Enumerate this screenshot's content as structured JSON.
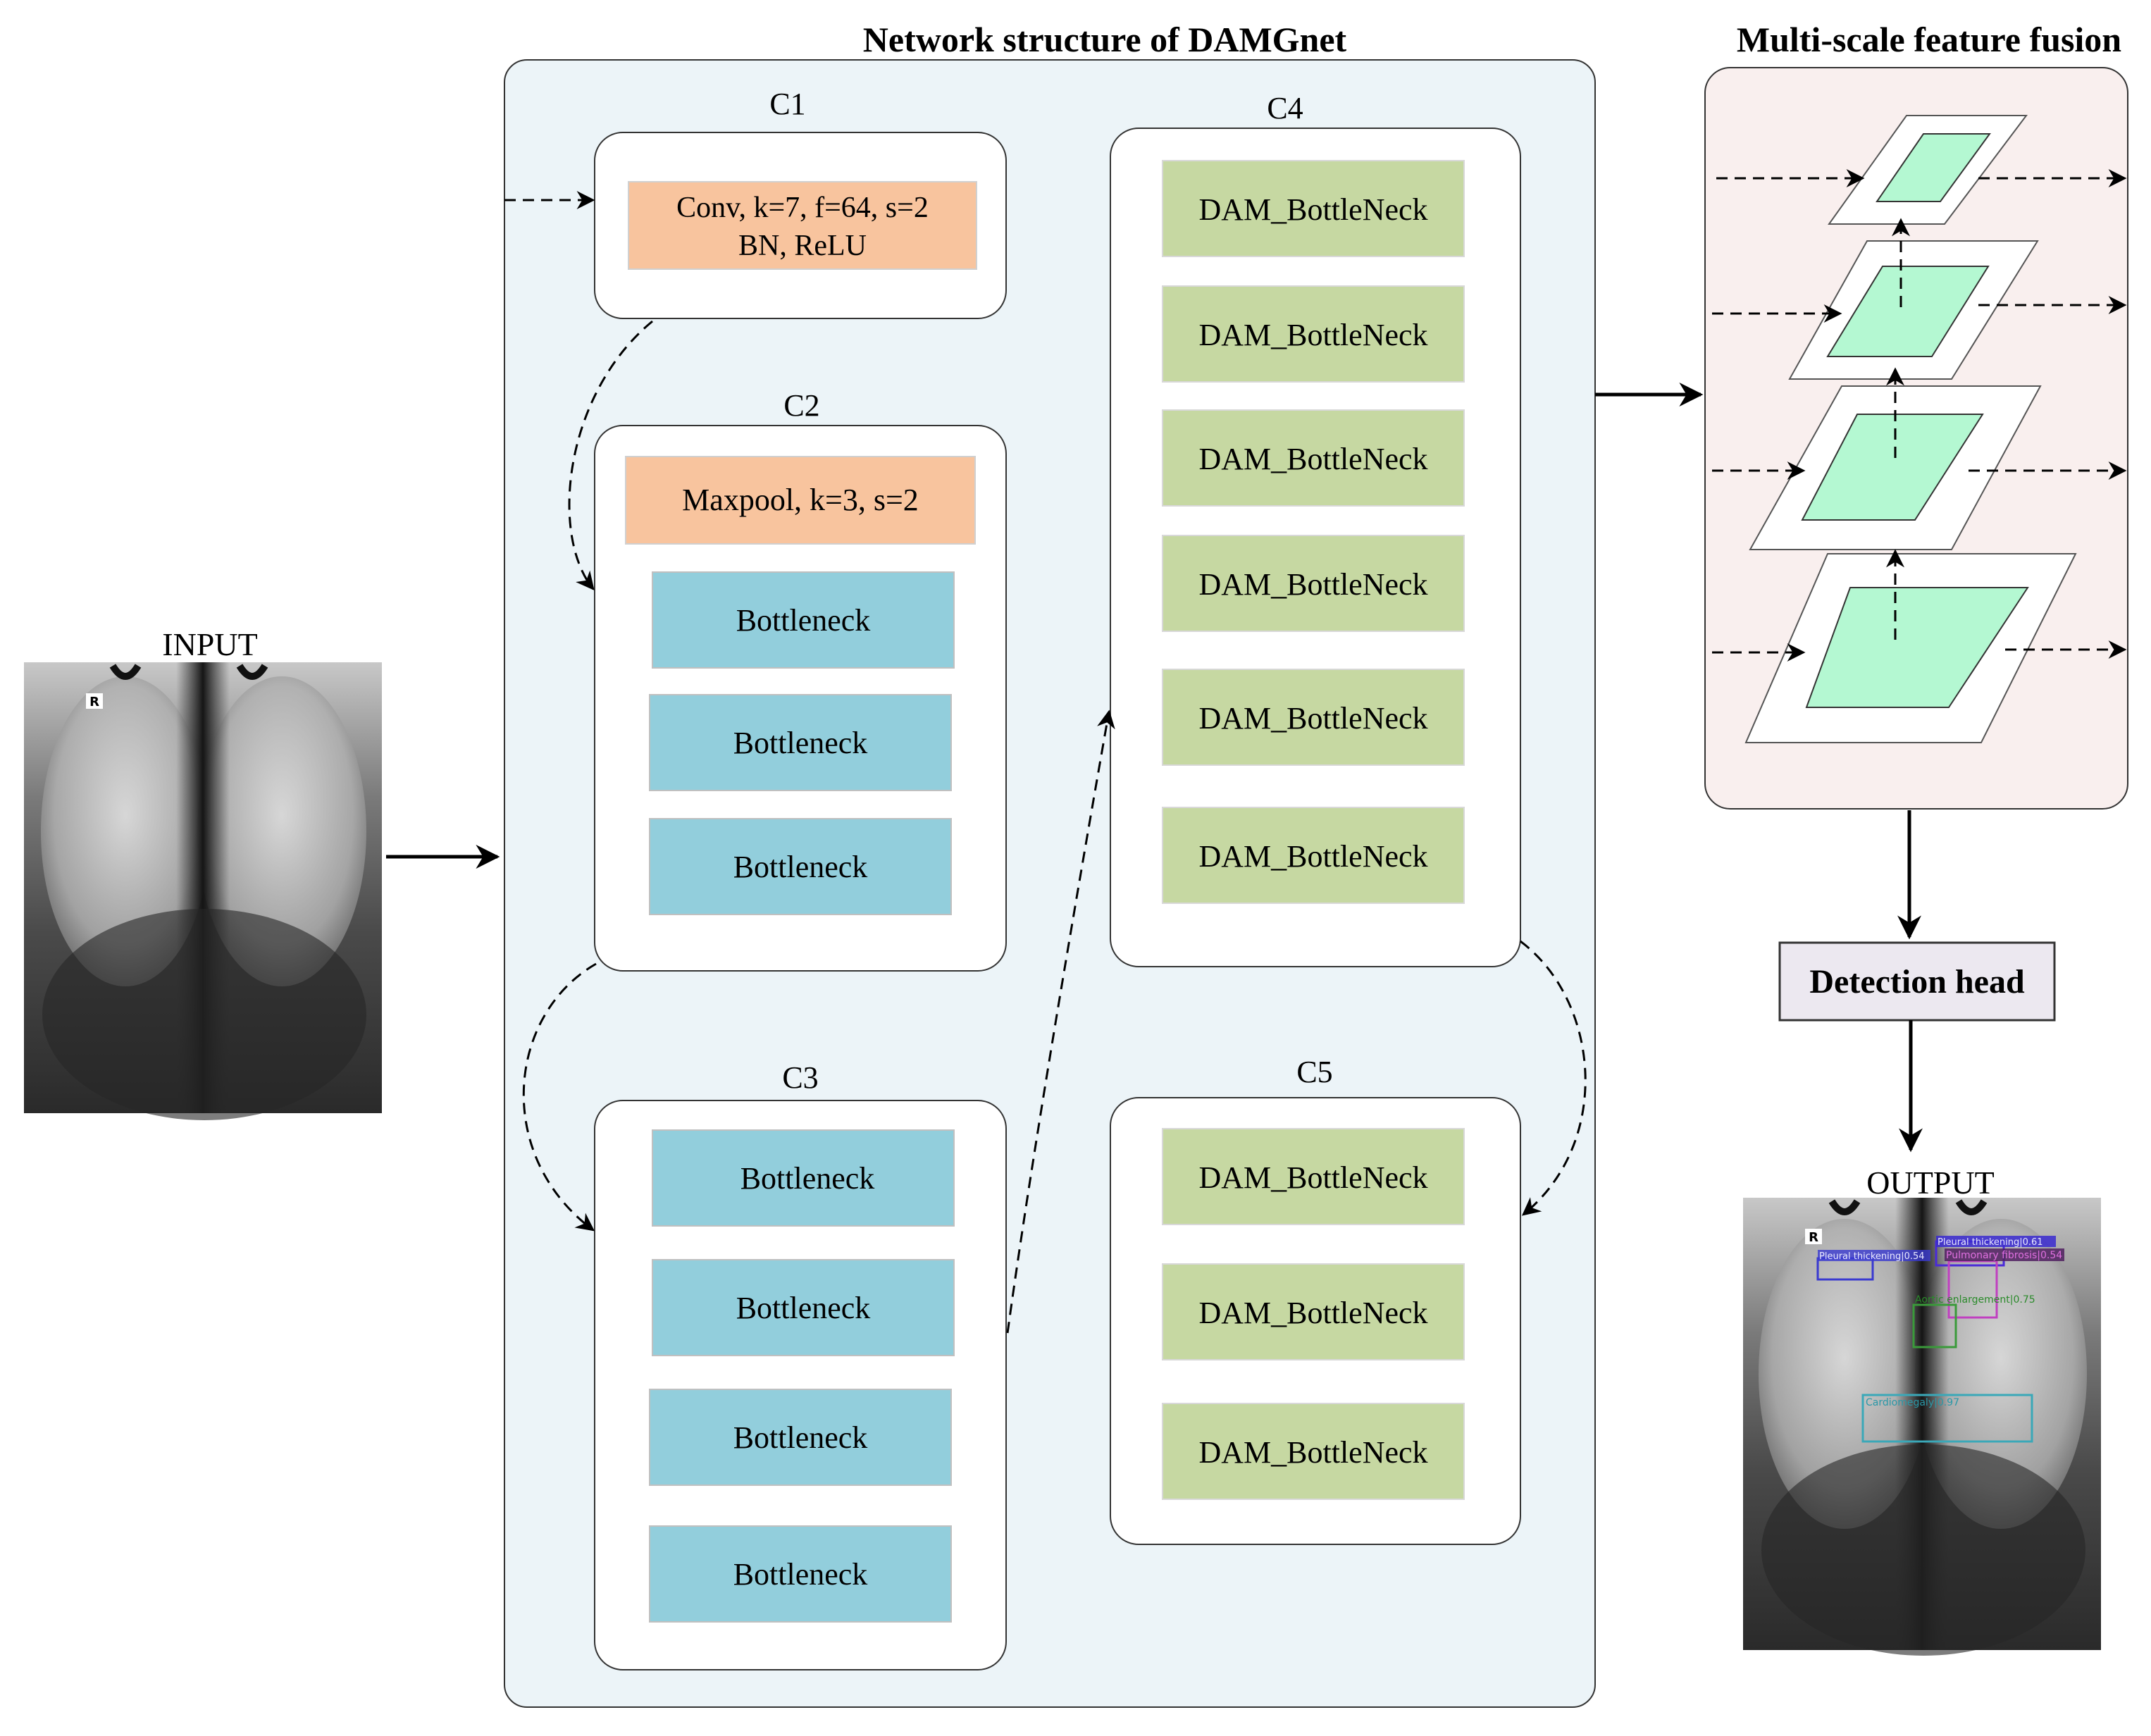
{
  "titles": {
    "network": "Network structure of DAMGnet",
    "fusion": "Multi-scale feature fusion"
  },
  "labels": {
    "input": "INPUT",
    "output": "OUTPUT",
    "detection_head": "Detection head"
  },
  "stages": {
    "c1": {
      "label": "C1",
      "conv_line1": "Conv, k=7, f=64, s=2",
      "conv_line2": "BN, ReLU"
    },
    "c2": {
      "label": "C2",
      "pool": "Maxpool, k=3, s=2",
      "blocks": [
        "Bottleneck",
        "Bottleneck",
        "Bottleneck"
      ]
    },
    "c3": {
      "label": "C3",
      "blocks": [
        "Bottleneck",
        "Bottleneck",
        "Bottleneck",
        "Bottleneck"
      ]
    },
    "c4": {
      "label": "C4",
      "blocks": [
        "DAM_BottleNeck",
        "DAM_BottleNeck",
        "DAM_BottleNeck",
        "DAM_BottleNeck",
        "DAM_BottleNeck",
        "DAM_BottleNeck"
      ]
    },
    "c5": {
      "label": "C5",
      "blocks": [
        "DAM_BottleNeck",
        "DAM_BottleNeck",
        "DAM_BottleNeck"
      ]
    }
  },
  "xray": {
    "marker": "R"
  },
  "detections": [
    {
      "label": "Pleural thickening|0.54",
      "color": "#3a3ad0"
    },
    {
      "label": "Pleural thickening|0.61",
      "color": "#4a2ad8"
    },
    {
      "label": "Pulmonary fibrosis|0.54",
      "color": "#c040c0"
    },
    {
      "label": "Aortic enlargement|0.75",
      "color": "#3a9a3a"
    },
    {
      "label": "Cardiomegaly|0.97",
      "color": "#3aa8b8"
    }
  ],
  "colors": {
    "network_bg": "#ecf4f8",
    "fusion_bg": "#f9efee",
    "conv_block": "#f8c49e",
    "bottleneck": "#92cedc",
    "dam_bottleneck": "#c6d8a2",
    "feature_map": "#b4f8d2",
    "detection_head": "#ece8f0"
  }
}
